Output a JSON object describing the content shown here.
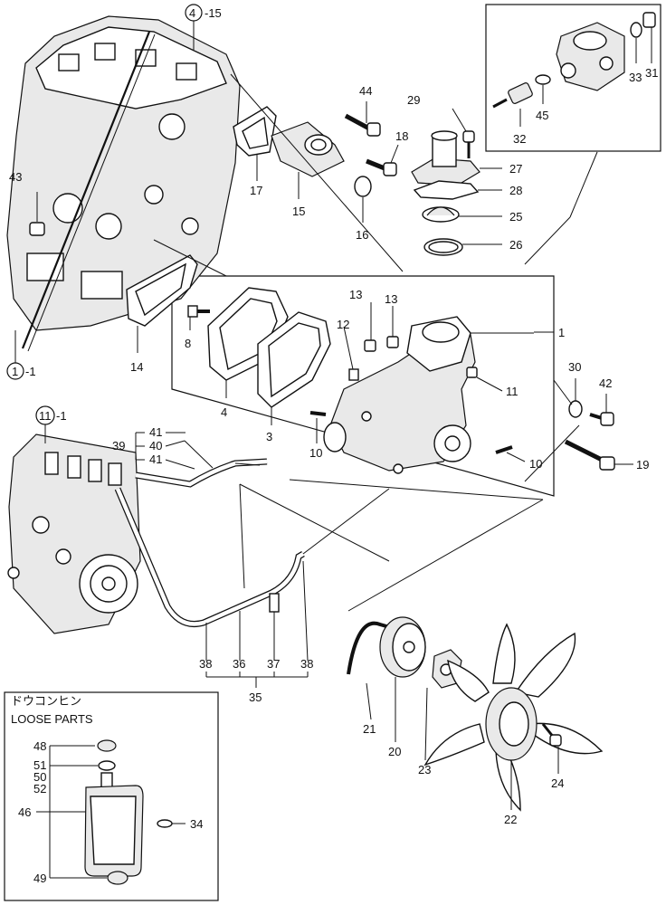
{
  "callouts": {
    "c1": "1",
    "c3": "3",
    "c4": "4",
    "c8": "8",
    "c10a": "10",
    "c10b": "10",
    "c11": "11",
    "c12": "12",
    "c13a": "13",
    "c13b": "13",
    "c14": "14",
    "c15": "15",
    "c16": "16",
    "c17": "17",
    "c18": "18",
    "c19": "19",
    "c20": "20",
    "c21": "21",
    "c22": "22",
    "c23": "23",
    "c24": "24",
    "c25": "25",
    "c26": "26",
    "c27": "27",
    "c28": "28",
    "c29": "29",
    "c30": "30",
    "c31": "31",
    "c32": "32",
    "c33": "33",
    "c34": "34",
    "c35": "35",
    "c36": "36",
    "c37": "37",
    "c38a": "38",
    "c38b": "38",
    "c39": "39",
    "c40": "40",
    "c41a": "41",
    "c41b": "41",
    "c42": "42",
    "c43": "43",
    "c44": "44",
    "c45": "45",
    "c46": "46",
    "c48": "48",
    "c49": "49",
    "c50": "50",
    "c51": "51",
    "c52": "52"
  },
  "refs": {
    "ref4_num": "4",
    "ref4_suffix": "-15",
    "ref1_num": "1",
    "ref1_suffix": "-1",
    "ref11_num": "11",
    "ref11_suffix": "-1"
  },
  "loose_parts": {
    "title_jp": "ドウコンヒン",
    "title_en": "LOOSE PARTS"
  }
}
